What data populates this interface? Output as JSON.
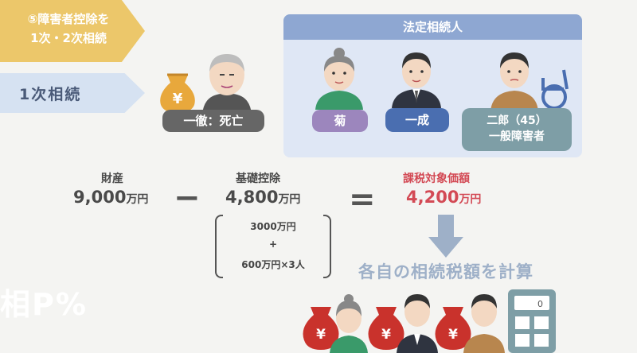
{
  "step5": {
    "line1": "⑤障害者控除を",
    "line2": "1次・2次相続"
  },
  "step1": {
    "label": "1次相続"
  },
  "deceased": {
    "label": "一徹：死亡"
  },
  "heirs": {
    "title": "法定相続人",
    "kiku": "菊",
    "issei": "一成",
    "jiro_name": "二郎（45）",
    "jiro_status": "一般障害者"
  },
  "calc": {
    "assets_label": "財産",
    "assets_value": "9,000",
    "basic_label": "基礎控除",
    "basic_value": "4,800",
    "taxable_label": "課税対象価額",
    "taxable_value": "4,200",
    "unit": "万円",
    "minus": "−",
    "equals": "=",
    "formula_line1": "3000万円",
    "formula_line2": "+",
    "formula_line3": "600万円×3人",
    "result_text": "各自の相続税額を計算"
  },
  "watermark": "相P%",
  "icons": {
    "money_bag": "¥",
    "calc_display": "0"
  },
  "colors": {
    "tag5": "#ecc76a",
    "tag1": "#d6e2f2",
    "panel": "#dfe7f5",
    "panel_head": "#8ea7d2",
    "kiku": "#9c86bd",
    "issei": "#4a6eb0",
    "jiro": "#7e9ea6",
    "taxable": "#d34a55",
    "bag": "#e8a83c",
    "bag_red": "#c9322c",
    "arrow": "#9eb0c8"
  }
}
